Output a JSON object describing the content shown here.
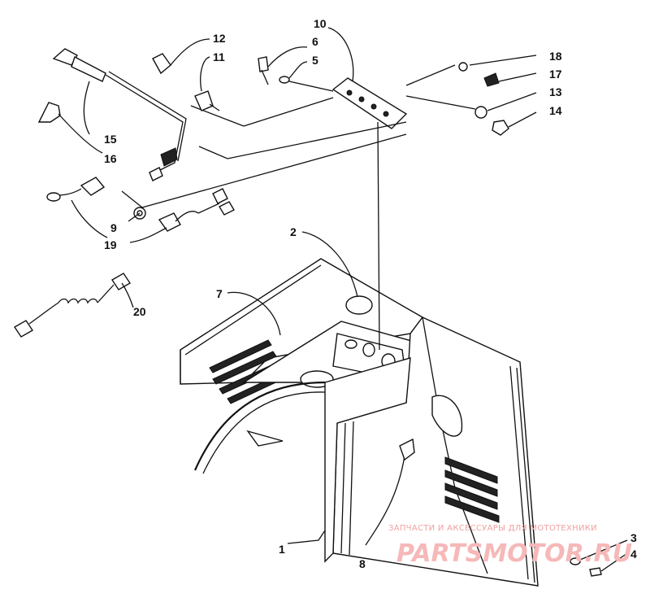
{
  "labels": {
    "l1": "1",
    "l2": "2",
    "l3": "3",
    "l4": "4",
    "l5": "5",
    "l6": "6",
    "l7": "7",
    "l8": "8",
    "l9": "9",
    "l10": "10",
    "l11": "11",
    "l12": "12",
    "l13": "13",
    "l14": "14",
    "l15": "15",
    "l16": "16",
    "l17": "17",
    "l18": "18",
    "l19": "19",
    "l20": "20"
  },
  "watermark": {
    "tagline": "ЗАПЧАСТИ И АКСЕССУАРЫ ДЛЯ МОТОТЕХНИКИ",
    "brand": "PARTSMOTOR.RU"
  },
  "colors": {
    "ink": "#111111",
    "watermark": "#f6b8b8"
  }
}
